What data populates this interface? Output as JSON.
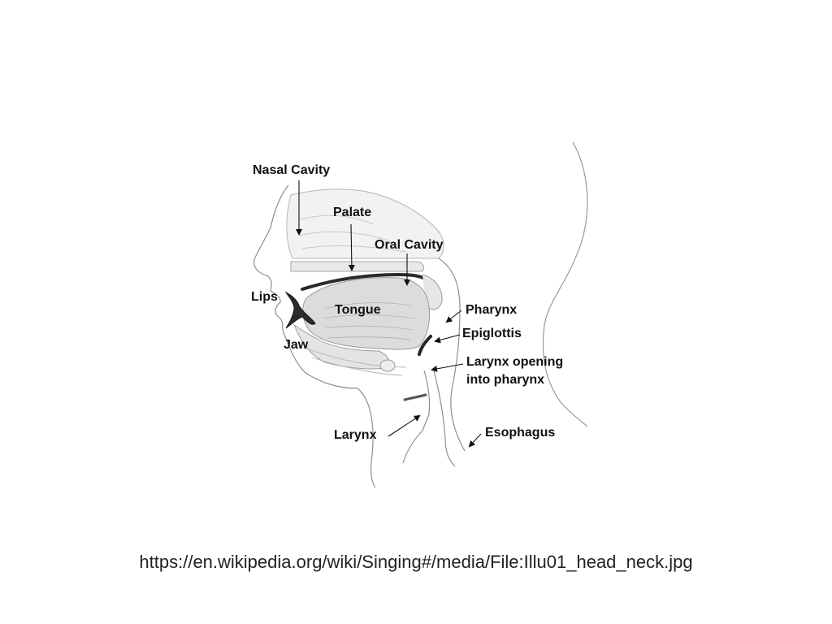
{
  "diagram": {
    "labels": {
      "nasal_cavity": "Nasal Cavity",
      "palate": "Palate",
      "oral_cavity": "Oral Cavity",
      "lips": "Lips",
      "tongue": "Tongue",
      "jaw": "Jaw",
      "pharynx": "Pharynx",
      "epiglottis": "Epiglottis",
      "larynx_opening_line1": "Larynx opening",
      "larynx_opening_line2": "into pharynx",
      "larynx": "Larynx",
      "esophagus": "Esophagus"
    }
  },
  "caption": {
    "source_url": "https://en.wikipedia.org/wiki/Singing#/media/File:Illu01_head_neck.jpg"
  }
}
